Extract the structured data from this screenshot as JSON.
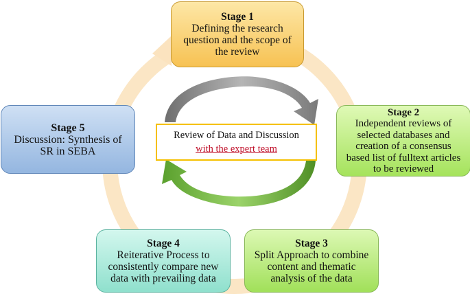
{
  "stages": [
    {
      "title": "Stage 1",
      "text": [
        "Defining the research",
        "question and the scope of",
        "the review"
      ],
      "color": "#f7c253"
    },
    {
      "title": "Stage 2",
      "text": [
        "Independent reviews of",
        "selected databases and",
        "creation of a consensus",
        "based list of fulltext articles",
        "to be reviewed"
      ],
      "color": "#a5e35c"
    },
    {
      "title": "Stage 3",
      "text": [
        "Split Approach to combine",
        "content and thematic",
        "analysis of the data"
      ],
      "color": "#a1e05a"
    },
    {
      "title": "Stage 4",
      "text": [
        "Reiterative Process to",
        "consistently compare new",
        "data with prevailing data"
      ],
      "color": "#8fe0cd"
    },
    {
      "title": "Stage 5",
      "text": [
        "Discussion: Synthesis of",
        "SR in SEBA"
      ],
      "color": "#94b6e0"
    }
  ],
  "center": {
    "line1": "Review of Data and Discussion",
    "line2": "with the expert team",
    "border_color": "#f5c000",
    "link_color": "#c0102a"
  },
  "cycle_arrows": {
    "upper_color": "#8a8a8a",
    "lower_color": "#6cae3a"
  },
  "ring_color": "#fbe3bf"
}
